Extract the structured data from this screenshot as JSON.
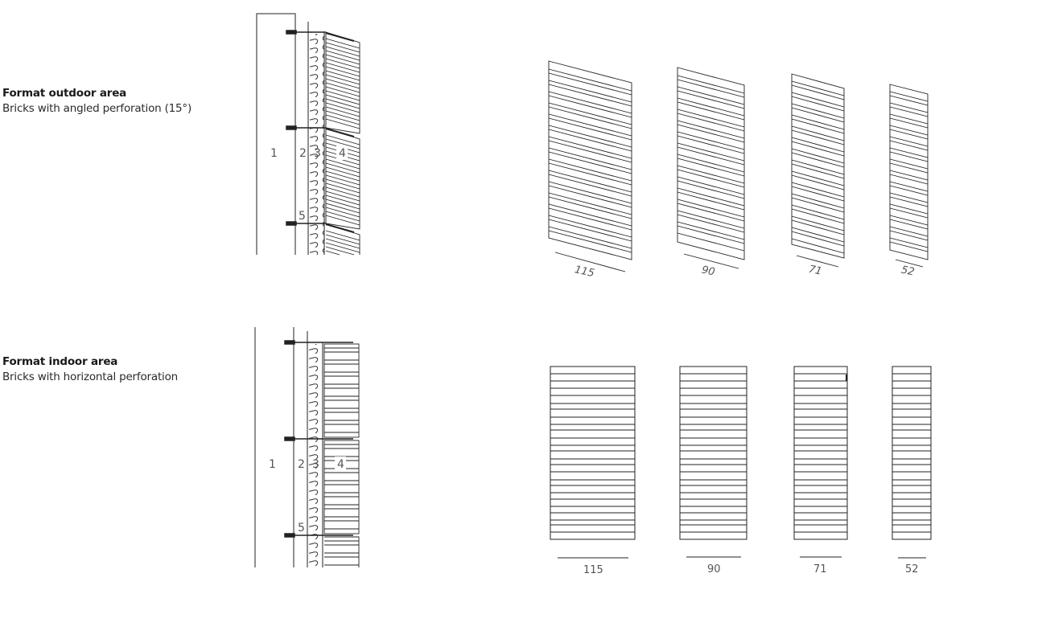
{
  "sections": [
    {
      "id": "outdoor",
      "title": "Format outdoor area",
      "subtitle": "Bricks with angled perforation (15°)",
      "perforation": "angled",
      "angle_deg": 15,
      "layer_labels": [
        "1",
        "2",
        "3",
        "4",
        "5"
      ],
      "brick_widths": [
        "115",
        "90",
        "71",
        "52"
      ]
    },
    {
      "id": "indoor",
      "title": "Format indoor area",
      "subtitle": "Bricks with horizontal perforation",
      "perforation": "horizontal",
      "layer_labels": [
        "1",
        "2",
        "3",
        "4",
        "5"
      ],
      "brick_widths": [
        "115",
        "90",
        "71",
        "52"
      ]
    }
  ],
  "colors": {
    "line": "#222222",
    "label": "#555555",
    "background": "#ffffff"
  }
}
